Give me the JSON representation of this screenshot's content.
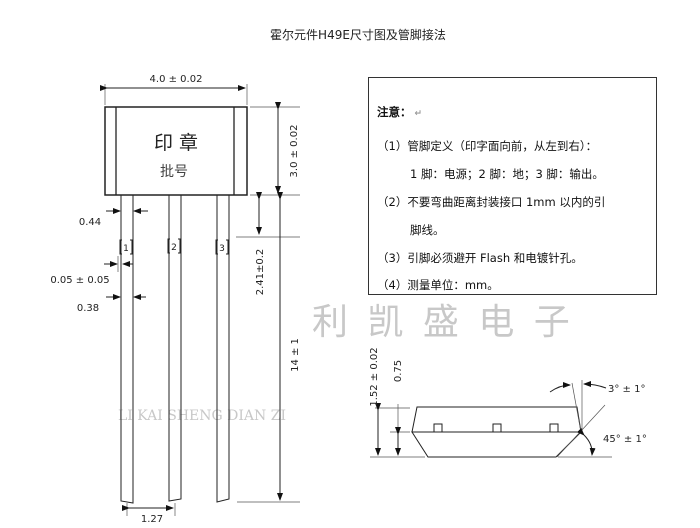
{
  "title": "霍尔元件H49E尺寸图及管脚接法",
  "front_view": {
    "width_dim": "4.0 ± 0.02",
    "height_dim": "3.0 ± 0.02",
    "marking_line1": "印 章",
    "marking_line2": "批号",
    "lead_width_top": "0.44",
    "lead_offset": "0.05 ± 0.05",
    "lead_width": "0.38",
    "bend_dim": "2.41±0.2",
    "lead_length": "14 ± 1",
    "pitch": "1.27",
    "pins": [
      "1",
      "2",
      "3"
    ]
  },
  "watermark": {
    "chinese": "利 凯 盛 电 子",
    "pinyin": "LI KAI SHENG DIAN ZI"
  },
  "notes": {
    "heading": "注意：",
    "items": [
      "（1）管脚定义（印字面向前，从左到右）：",
      "1 脚：电源；2 脚：地；3 脚：输出。",
      "（2）不要弯曲距离封装接口 1mm 以内的引",
      "脚线。",
      "（3）引脚必须避开 Flash 和电镀针孔。",
      "（4）测量单位：mm。"
    ],
    "return_mark": "↵"
  },
  "side_view": {
    "total_height": "1.52 ± 0.02",
    "lower_height": "0.75",
    "draft_angle": "3° ± 1°",
    "chamfer_angle": "45° ± 1°"
  }
}
